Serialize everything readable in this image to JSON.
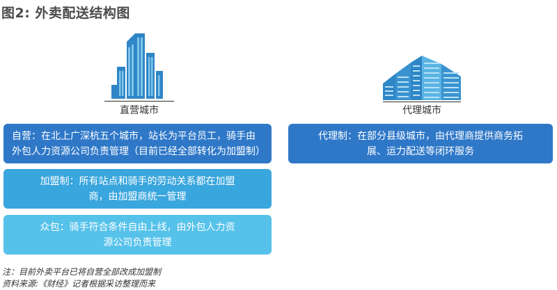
{
  "title": "图2: 外卖配送结构图",
  "left": {
    "label": "直营城市",
    "boxes": [
      {
        "text": "自营：在北上广深杭五个城市，站长为平台员工，骑手由外包人力资源公司负责管理（目前已经全部转化为加盟制）",
        "color": "#2f78c8"
      },
      {
        "text": "加盟制：所有站点和骑手的劳动关系都在加盟商，由加盟商统一管理",
        "color": "#3aa6de"
      },
      {
        "text": "众包：骑手符合条件自由上线，由外包人力资源公司负责管理",
        "color": "#56c2ea"
      }
    ]
  },
  "right": {
    "label": "代理城市",
    "boxes": [
      {
        "text": "代理制：在部分县级城市，由代理商提供商务拓展、运力配送等闭环服务",
        "color": "#2f78c8"
      }
    ]
  },
  "notes": {
    "note": "注：目前外卖平台已将自营全部改成加盟制",
    "source": "资料来源:《财经》记者根据采访整理而来"
  },
  "colors": {
    "icon_blue": "#2f86c6",
    "icon_light": "#7fc4ea"
  }
}
